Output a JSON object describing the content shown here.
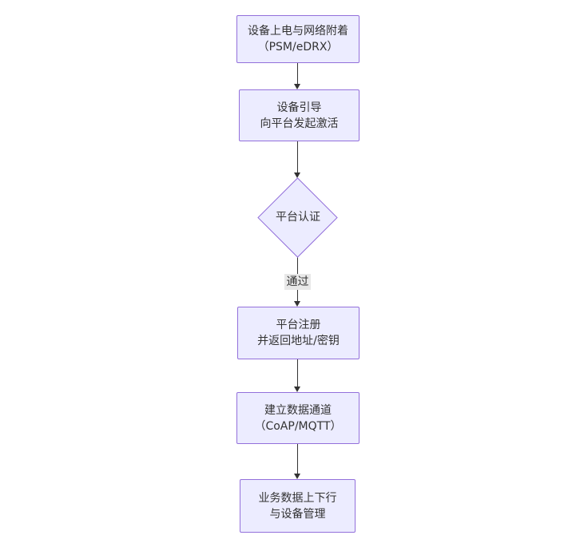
{
  "flowchart": {
    "type": "flowchart-top-down",
    "nodes": {
      "power": {
        "shape": "rect",
        "line1": "设备上电与网络附着",
        "line2": "（PSM/eDRX）"
      },
      "bootstrap": {
        "shape": "rect",
        "line1": "设备引导",
        "line2": "向平台发起激活"
      },
      "auth": {
        "shape": "diamond",
        "label": "平台认证"
      },
      "register": {
        "shape": "rect",
        "line1": "平台注册",
        "line2": "并返回地址/密钥"
      },
      "channel": {
        "shape": "rect",
        "line1": "建立数据通道",
        "line2": "（CoAP/MQTT）"
      },
      "business": {
        "shape": "rect",
        "line1": "业务数据上下行",
        "line2": "与设备管理"
      }
    },
    "edges": [
      {
        "from": "power",
        "to": "bootstrap",
        "label": ""
      },
      {
        "from": "bootstrap",
        "to": "auth",
        "label": ""
      },
      {
        "from": "auth",
        "to": "register",
        "label": "通过"
      },
      {
        "from": "register",
        "to": "channel",
        "label": ""
      },
      {
        "from": "channel",
        "to": "business",
        "label": ""
      }
    ],
    "colors": {
      "canvas_bg": "#ffffff",
      "node_fill": "#ECECFF",
      "node_border": "#9370DB",
      "edge_line": "#333333",
      "edge_label_bg": "#e8e8e8",
      "text": "#333333"
    }
  }
}
